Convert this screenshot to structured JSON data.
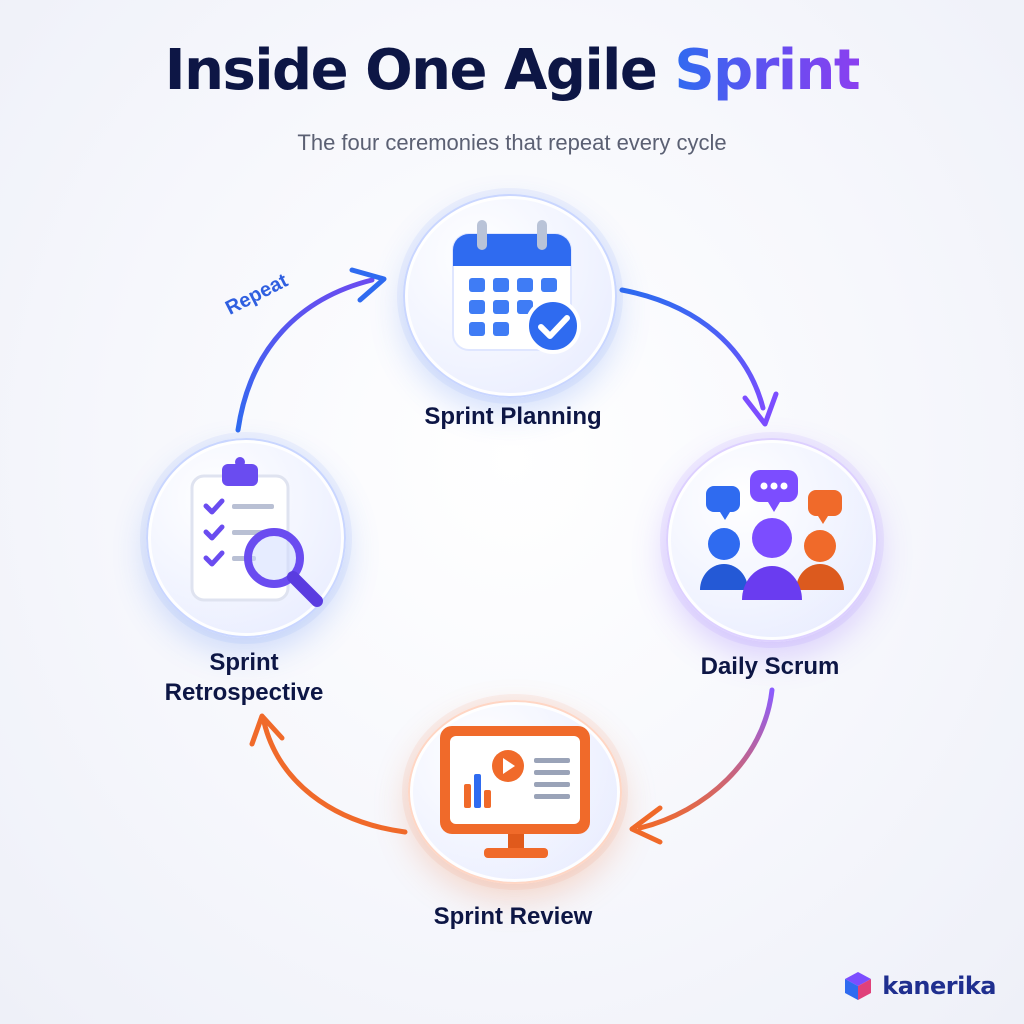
{
  "header": {
    "title_main": "Inside One Agile",
    "title_accent": "Sprint",
    "subtitle": "The four ceremonies that repeat every cycle"
  },
  "cycle": {
    "repeat_label": "Repeat",
    "stages": [
      {
        "label": "Sprint Planning",
        "icon": "calendar-check-icon",
        "color": "#2f6bf0"
      },
      {
        "label": "Daily Scrum",
        "icon": "team-chat-icon",
        "color": "#7c4dff"
      },
      {
        "label": "Sprint Review",
        "icon": "monitor-presentation-icon",
        "color": "#f06a2a"
      },
      {
        "label_line1": "Sprint",
        "label_line2": "Retrospective",
        "icon": "checklist-magnifier-icon",
        "color": "#6a4cf0"
      }
    ]
  },
  "brand": {
    "name": "kanerika",
    "icon": "cube-logo-icon"
  },
  "colors": {
    "navy": "#0d1645",
    "blue": "#2f6bf0",
    "purple": "#7c4dff",
    "orange": "#f06a2a"
  }
}
